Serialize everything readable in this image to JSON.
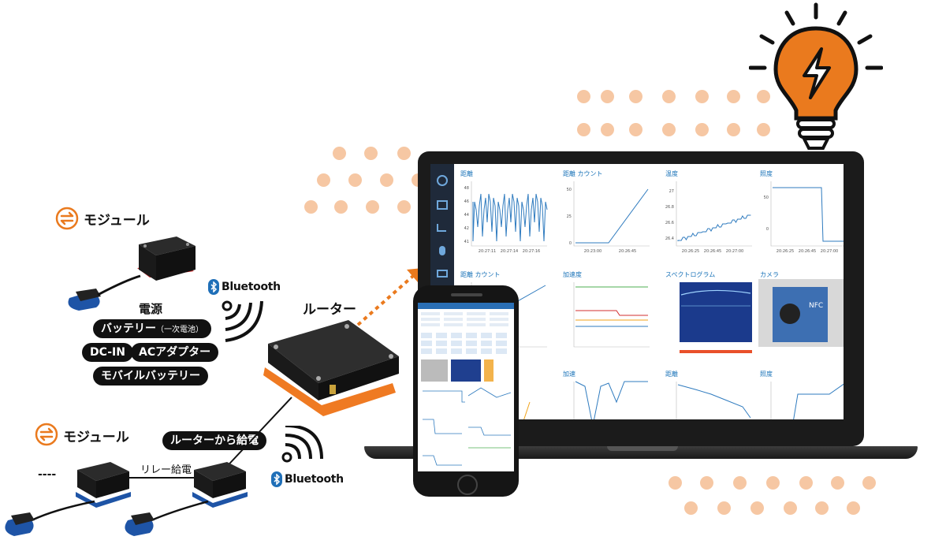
{
  "left": {
    "module_title_top": "モジュール",
    "module_title_bottom": "モジュール",
    "power_title": "電源",
    "battery": "バッテリー",
    "battery_note": "（一次電池）",
    "dc_in": "DC-IN",
    "ac_adapter": "ACアダプター",
    "mobile_battery": "モバイルバッテリー",
    "router_label": "ルーター",
    "router_power": "ルーターから給電",
    "relay_power": "リレー給電",
    "ellipsis": "----",
    "bluetooth_top": "Bluetooth",
    "bluetooth_bottom": "Bluetooth"
  },
  "dashboard": {
    "panels": [
      {
        "title": "距離"
      },
      {
        "title": "距離 カウント"
      },
      {
        "title": "温度"
      },
      {
        "title": "照度"
      },
      {
        "title": "距離 カウント"
      },
      {
        "title": "加速度"
      },
      {
        "title": "スペクトログラム"
      },
      {
        "title": "カメラ"
      },
      {
        "title": ""
      },
      {
        "title": "加速"
      },
      {
        "title": "距離"
      },
      {
        "title": "照度"
      }
    ],
    "axis_ticks": {
      "p1": [
        "48",
        "46",
        "44",
        "42",
        "41"
      ],
      "p2": [
        "50",
        "25",
        "0"
      ],
      "p3": [
        "27",
        "26.8",
        "26.6",
        "26.4"
      ],
      "p4": [
        "50",
        "0"
      ]
    },
    "x_ticks": {
      "p1": [
        "20:27:11",
        "20:27:14",
        "20:27:16"
      ],
      "p2": [
        "20:23:00",
        "20:26:45"
      ],
      "p3": [
        "20:26:25",
        "20:26:45",
        "20:27:00"
      ],
      "p4": [
        "20:26:25",
        "20:26:45",
        "20:27:00"
      ]
    },
    "nfc_label": "NFC"
  },
  "colors": {
    "accent_orange": "#ea7a1e",
    "dot_orange": "#f6c7a3",
    "bluetooth_blue": "#1f6fb8",
    "chart_blue": "#2f7bbf",
    "sidebar_dark": "#1f2a3a"
  },
  "icons": [
    "module-logo-icon",
    "bluetooth-icon",
    "signal-waves-icon",
    "lightbulb-icon",
    "lightning-icon"
  ]
}
